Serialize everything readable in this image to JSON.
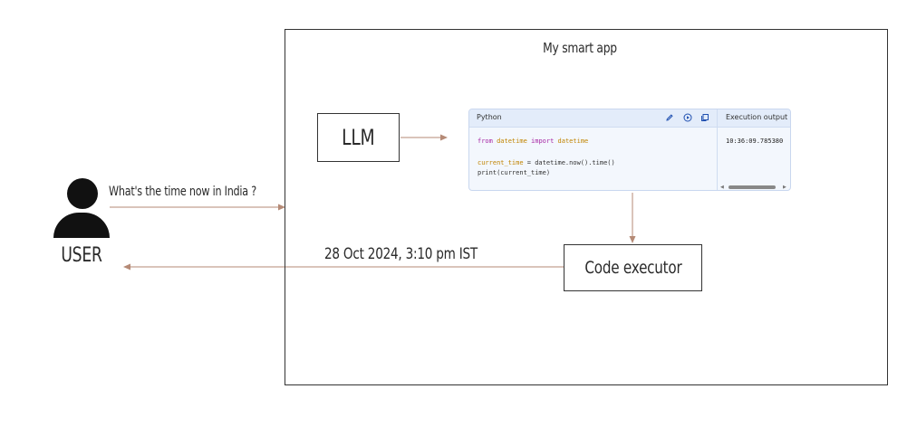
{
  "user": {
    "label": "USER",
    "icon": "user-icon"
  },
  "question": "What's the time now in India ?",
  "answer": "28 Oct 2024, 3:10 pm IST",
  "app": {
    "title": "My smart app"
  },
  "llm": {
    "label": "LLM"
  },
  "code_executor": {
    "label": "Code executor"
  },
  "code_panel": {
    "language": "Python",
    "tools": [
      "edit-icon",
      "run-icon",
      "copy-icon"
    ],
    "output_label": "Execution output",
    "code": {
      "line1": {
        "kw1": "from",
        "mod1": "datetime",
        "kw2": "import",
        "mod2": "datetime"
      },
      "line2": {
        "var": "current_time",
        "rest": " = datetime.now().time()"
      },
      "line3": "print(current_time)"
    },
    "output_value": "10:36:09.785380"
  },
  "colors": {
    "arrow": "#b58a76",
    "border": "#333333",
    "panel_bg": "#f3f7fd",
    "panel_header": "#e3ecfa",
    "keyword": "#a626a4",
    "module": "#c18401"
  }
}
